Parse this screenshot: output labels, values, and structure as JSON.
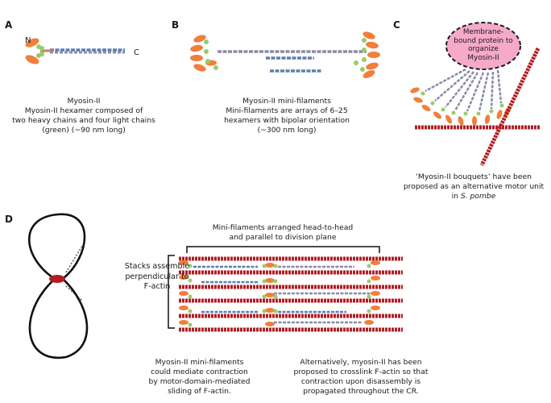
{
  "panels": {
    "a": {
      "label": "A",
      "n_term": "N",
      "c_term": "C",
      "title": "Myosin-II",
      "lines": [
        "Myosin-II hexamer composed of",
        "two heavy chains and four light chains",
        "(green) (~90 nm long)"
      ]
    },
    "b": {
      "label": "B",
      "title": "Myosin-II mini-filaments",
      "lines": [
        "Mini-filaments are arrays of 6–25",
        "hexamers with bipolar orientation",
        "(~300 nm long)"
      ]
    },
    "c": {
      "label": "C",
      "membrane_lines": [
        "Membrane-",
        "bound protein to",
        "organize",
        "Myosin-II"
      ],
      "lines": [
        "‘Myosin-II bouquets’ have been",
        "proposed as an alternative motor unit",
        "in "
      ],
      "species": "S. pombe"
    },
    "d": {
      "label": "D",
      "stacks_lines": [
        "Stacks assemble",
        "perpendicular to",
        "F-actin"
      ],
      "arranged_lines": [
        "Mini-filaments arranged head-to-head",
        "and parallel to division plane"
      ],
      "left_caption": [
        "Myosin-II mini-filaments",
        "could mediate contraction",
        "by motor-domain-mediated",
        "sliding of F-actin."
      ],
      "right_caption": [
        "Alternatively, myosin-II has been",
        "proposed to crosslink F-actin so that",
        "contraction upon disassembly is",
        "propagated throughout the CR."
      ]
    }
  },
  "colors": {
    "actin": "#b01e24",
    "motor": "#f07f3c",
    "light_chain": "#9acb6a",
    "tail": "#5b7fae",
    "membrane_fill": "#f6a9c9"
  }
}
